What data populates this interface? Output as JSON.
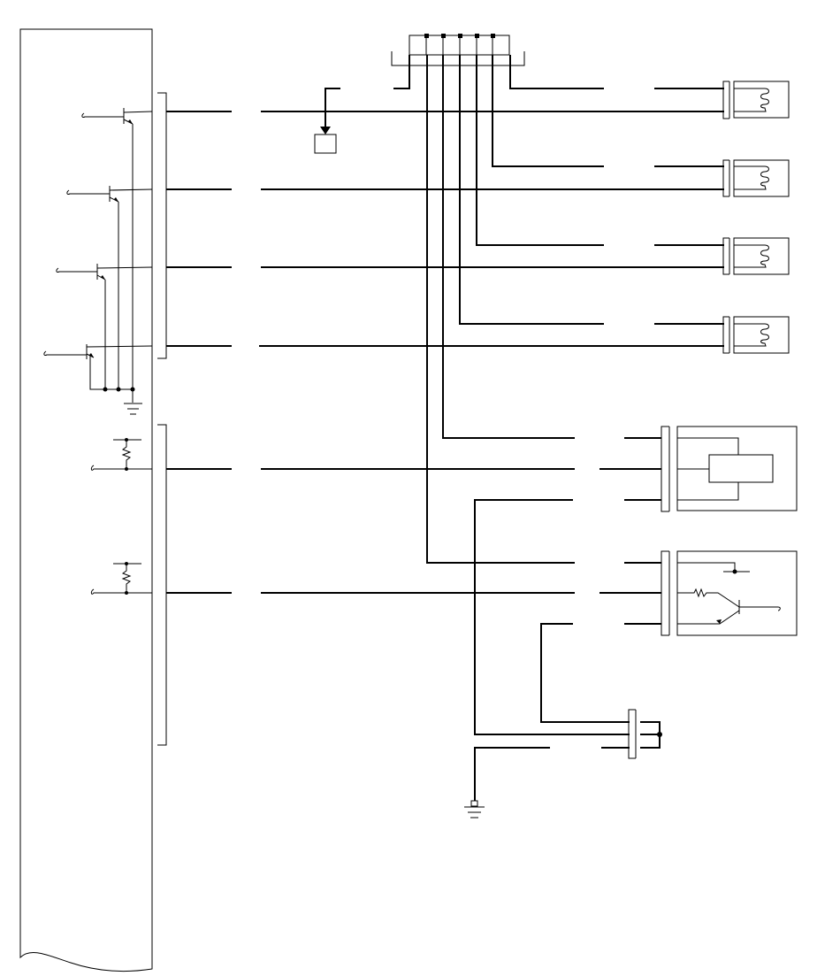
{
  "diagram": {
    "type": "wiring-schematic",
    "labels": [],
    "colors": {
      "line": "#000000",
      "background": "#ffffff"
    },
    "components": {
      "control_unit": {
        "icon": "ecu-block",
        "driver_transistors": 4,
        "input_pullups": 2
      },
      "top_connector": {
        "icon": "multi-pin-connector",
        "pins": 6
      },
      "coils": {
        "icon": "coil-icon",
        "count": 4
      },
      "sensors": [
        {
          "icon": "sensor-box-icon",
          "pins": 3
        },
        {
          "icon": "transistor-sensor-icon",
          "pins": 3
        }
      ],
      "splice_connector": {
        "icon": "splice-connector-icon",
        "pins": 2
      },
      "ground": {
        "icon": "ground-icon",
        "count": 2
      }
    }
  }
}
